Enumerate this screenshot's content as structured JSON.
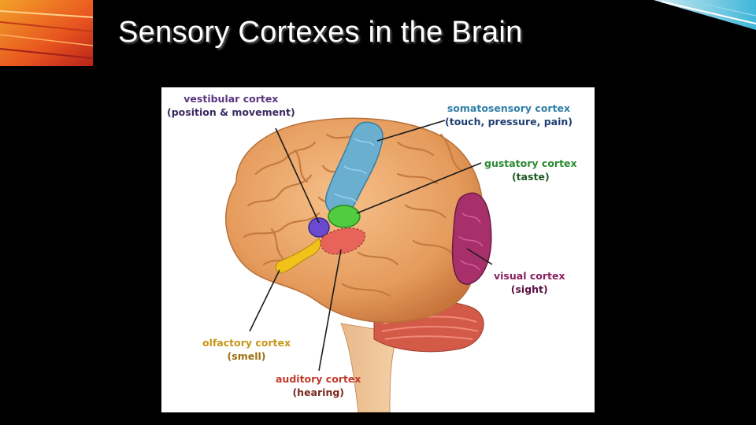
{
  "slide": {
    "title": "Sensory Cortexes in the Brain"
  },
  "figure": {
    "labels": {
      "vestibular": {
        "name": "vestibular cortex",
        "desc": "(position & movement)"
      },
      "somatosensory": {
        "name": "somatosensory cortex",
        "desc": "(touch, pressure, pain)"
      },
      "gustatory": {
        "name": "gustatory cortex",
        "desc": "(taste)"
      },
      "visual": {
        "name": "visual cortex",
        "desc": "(sight)"
      },
      "olfactory": {
        "name": "olfactory cortex",
        "desc": "(smell)"
      },
      "auditory": {
        "name": "auditory cortex",
        "desc": "(hearing)"
      }
    }
  },
  "colors": {
    "background": "#000000",
    "brain": "#e8a266",
    "somatosensory": "#6aaed0",
    "vestibular": "#6a4ad0",
    "gustatory": "#4fcc3f",
    "visual": "#a8306a",
    "olfactory": "#f2c21a",
    "auditory": "#e85a50",
    "cerebellum": "#d85a4a"
  }
}
